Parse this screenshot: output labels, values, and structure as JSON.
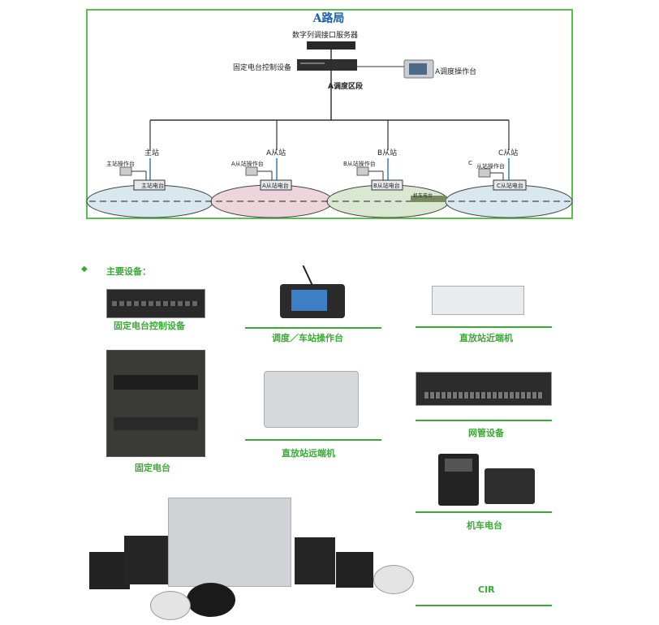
{
  "network": {
    "title": "A路局",
    "server_label": "数字列调接口服务器",
    "control_label": "固定电台控制设备",
    "console_label": "A调度操作台",
    "section_label": "A调度区段",
    "stations": [
      {
        "name": "主站",
        "op": "主站操作台",
        "radio": "主站电台",
        "color": "#d8e8ee"
      },
      {
        "name": "A从站",
        "op": "A从站操作台",
        "radio": "A从站电台",
        "color": "#ecd6dc"
      },
      {
        "name": "B从站",
        "op": "B从站操作台",
        "radio": "B从站电台",
        "color": "#dbe8d1"
      },
      {
        "name": "C从站",
        "op": "从站操作台",
        "op_prefix": "C",
        "radio": "C从站电台",
        "color": "#d8e8ee"
      }
    ],
    "train_label": "机车电台"
  },
  "equipment": {
    "heading": "主要设备：",
    "bullet": "◆",
    "items": [
      {
        "label": "固定电台控制设备"
      },
      {
        "label": "调度／车站操作台"
      },
      {
        "label": "直放站近端机"
      },
      {
        "label": "固定电台"
      },
      {
        "label": "直放站远端机"
      },
      {
        "label": "网管设备"
      },
      {
        "label": "机车电台"
      },
      {
        "label": "CIR"
      }
    ]
  },
  "colors": {
    "frame": "#5bbf4d",
    "accent": "#3aa935",
    "title": "#1c5fad"
  }
}
